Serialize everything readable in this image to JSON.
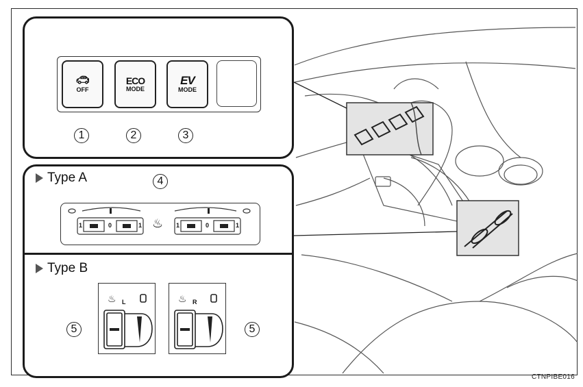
{
  "switch_panel": {
    "buttons": [
      {
        "line1": "",
        "line2": "OFF",
        "icon": "vsc-skid-icon"
      },
      {
        "line1": "ECO",
        "line2": "MODE"
      },
      {
        "line1": "EV",
        "line2": "MODE"
      },
      {
        "line1": "",
        "line2": ""
      }
    ],
    "callouts": [
      "1",
      "2",
      "3"
    ]
  },
  "seat_panel": {
    "type_a_label": "Type A",
    "type_b_label": "Type B",
    "callout_a": "4",
    "callout_b": "5",
    "switch_numbers": [
      "1",
      "0",
      "1"
    ],
    "dial_zero": "0",
    "dial_left_side": "L",
    "dial_right_side": "R"
  },
  "footer_code": "CTNPIBE016"
}
